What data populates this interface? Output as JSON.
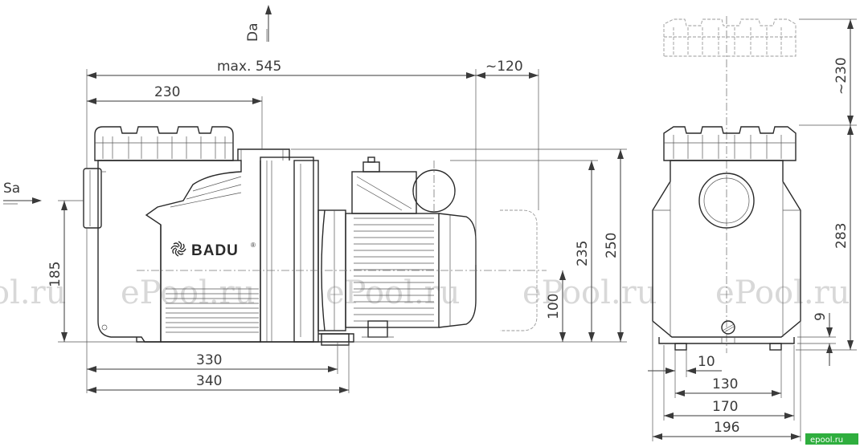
{
  "labels": {
    "da": "Da",
    "sa": "Sa",
    "max_length": "max. 545",
    "motor_clearance": "~120",
    "side_top_clearance": "~230",
    "w230": "230",
    "w330": "330",
    "w340": "340",
    "h185": "185",
    "h100": "100",
    "h235": "235",
    "h250": "250",
    "h283": "283",
    "h9": "9",
    "w10": "10",
    "w130": "130",
    "w170": "170",
    "w196": "196"
  },
  "brand": {
    "name": "BADU",
    "registered": "®"
  },
  "watermark": {
    "text": "ePool.ru",
    "text_partial": "ol.ru",
    "footer": "epool.ru"
  },
  "colors": {
    "line": "#3a3a3a",
    "watermark": "#d8d8d8",
    "footer_badge": "#2fae3e"
  }
}
